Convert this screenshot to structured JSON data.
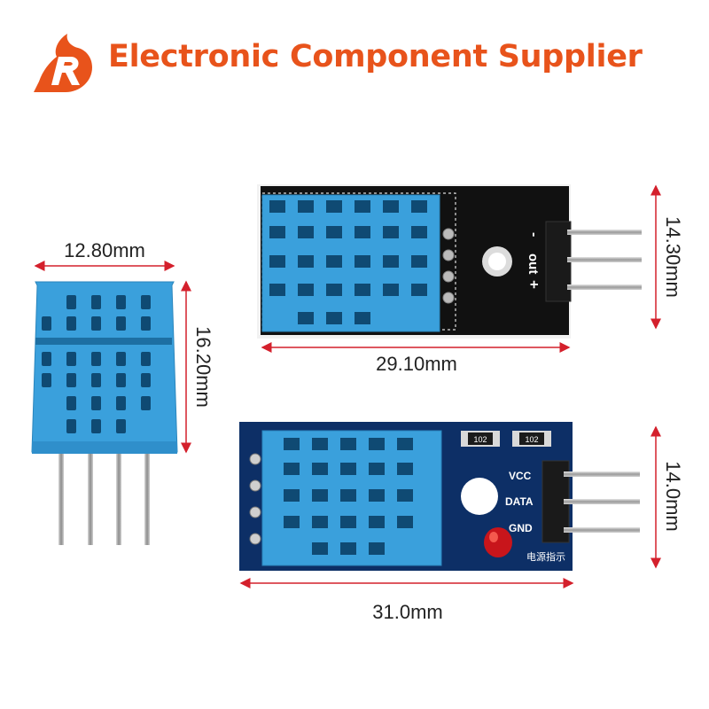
{
  "header": {
    "title": "Electronic Component Supplier",
    "logo_icon": "r-logo-icon",
    "logo_letter": "R",
    "brand_color": "#e8531b"
  },
  "dimensions": {
    "sensor_width": "12.80mm",
    "sensor_height": "16.20mm",
    "black_module_height": "14.30mm",
    "black_module_width": "29.10mm",
    "blue_module_height": "14.0mm",
    "blue_module_width": "31.0mm"
  },
  "black_module": {
    "pin_labels": [
      "-",
      "out",
      "+"
    ],
    "board_color": "#111111"
  },
  "blue_module": {
    "pin_labels": [
      "VCC",
      "DATA",
      "GND"
    ],
    "resistor_labels": [
      "102",
      "102"
    ],
    "power_led_label": "电源指示",
    "board_color": "#0d2f66"
  },
  "colors": {
    "sensor_blue": "#3aa0dc",
    "dimension_red": "#d4202c"
  }
}
